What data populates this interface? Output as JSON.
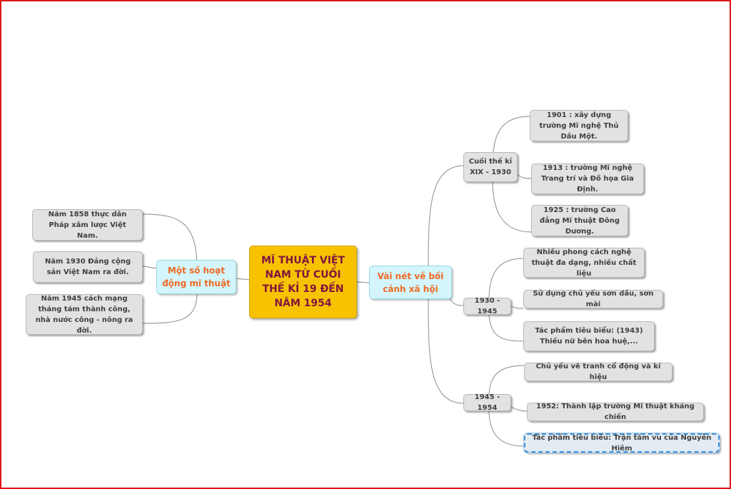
{
  "colors": {
    "frame_border": "#e0161b",
    "central_fill": "#f7c300",
    "central_text": "#82153f",
    "branch_fill": "#d3f5fb",
    "branch_text": "#ef6a24",
    "leaf_fill": "#e2e2e2",
    "leaf_text": "#3f3f3f",
    "connector": "#9e9e9e",
    "selection": "#3f8fd6"
  },
  "central": {
    "title": "MĨ THUẬT VIỆT NAM TỪ CUỐI THẾ KỈ 19 ĐẾN NĂM 1954"
  },
  "left_branch": {
    "label": "Một số hoạt động mĩ thuật",
    "items": [
      "Năm 1858 thực dân Pháp xâm lược Việt Nam.",
      "Năm 1930 Đảng cộng sản Việt Nam ra đời.",
      "Năm 1945 cách mạng tháng tám thành công, nhà nước công - nông ra đời."
    ]
  },
  "right_branch": {
    "label": "Vài nét về bối cảnh xã hội",
    "periods": [
      {
        "label": "Cuối thế kỉ XIX - 1930",
        "items": [
          "1901 : xây dựng trường Mĩ nghệ Thủ Dầu Một.",
          "1913 : trường Mĩ nghệ Trang trí và Đồ họa Gia Định.",
          "1925 : trường Cao đẳng Mĩ thuật Đông Dương."
        ]
      },
      {
        "label": "1930 - 1945",
        "items": [
          "Nhiều phong cách nghệ thuật đa dạng, nhiều chất liệu",
          "Sử dụng chủ yếu sơn dầu, sơn mài",
          "Tác phẩm tiêu biểu: (1943) Thiếu nữ bên hoa huệ,..."
        ]
      },
      {
        "label": "1945 - 1954",
        "items": [
          "Chủ yếu vẽ tranh cổ động và kí hiệu",
          "1952: Thành lập trường Mĩ thuật kháng chiến",
          "Tác phẩm tiêu biểu: Trận tầm vu của Nguyễn Hiêm"
        ]
      }
    ]
  }
}
